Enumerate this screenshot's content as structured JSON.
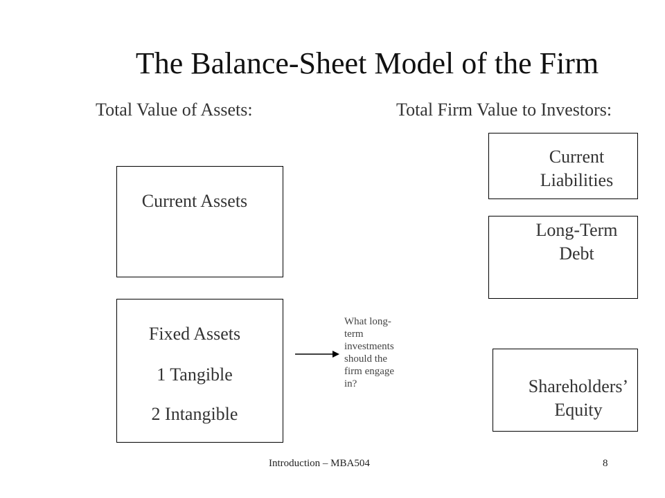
{
  "slide": {
    "title": "The Balance-Sheet Model of the Firm",
    "left_heading": "Total Value of Assets:",
    "right_heading": "Total Firm Value to Investors:"
  },
  "assets": {
    "current": "Current Assets",
    "fixed": {
      "title": "Fixed Assets",
      "items": [
        "1 Tangible",
        "2 Intangible"
      ]
    }
  },
  "liabilities": {
    "current": [
      "Current",
      "Liabilities"
    ],
    "long_term": [
      "Long-Term",
      "Debt"
    ],
    "equity": [
      "Shareholders’",
      "Equity"
    ]
  },
  "annotation": {
    "lines": [
      "What long-",
      "term",
      "investments",
      "should the",
      "firm engage",
      "in?"
    ]
  },
  "footer": {
    "course": "Introduction – MBA504",
    "page": "8"
  }
}
